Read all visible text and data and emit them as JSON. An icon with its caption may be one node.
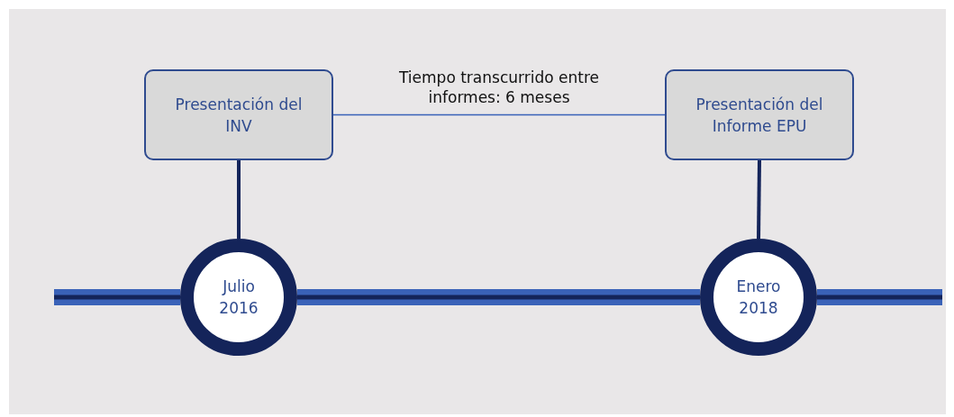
{
  "diagram": {
    "nodes": [
      {
        "text": [
          "Presentación del INV"
        ]
      },
      {
        "text": [
          "Presentación del Informe EPU"
        ]
      },
      {
        "text": [
          "Julio 2016"
        ]
      },
      {
        "text": [
          "Enero 2018"
        ]
      }
    ],
    "edges": [
      {
        "from": 0,
        "to": 1,
        "arrow": "none",
        "label": "Tiempo transcurrido entre informes: 6 meses",
        "color": "#3a62b8"
      },
      {
        "from": 0,
        "to": 2,
        "arrow": "none",
        "color": "#14245a"
      },
      {
        "from": 1,
        "to": 3,
        "arrow": "none",
        "color": "#14245a"
      },
      {
        "from": null,
        "to": 2,
        "arrow": "none",
        "style": "thick"
      },
      {
        "from": 2,
        "to": 3,
        "arrow": "none",
        "style": "thick"
      },
      {
        "from": 3,
        "to": null,
        "arrow": "none",
        "style": "thick"
      }
    ]
  }
}
